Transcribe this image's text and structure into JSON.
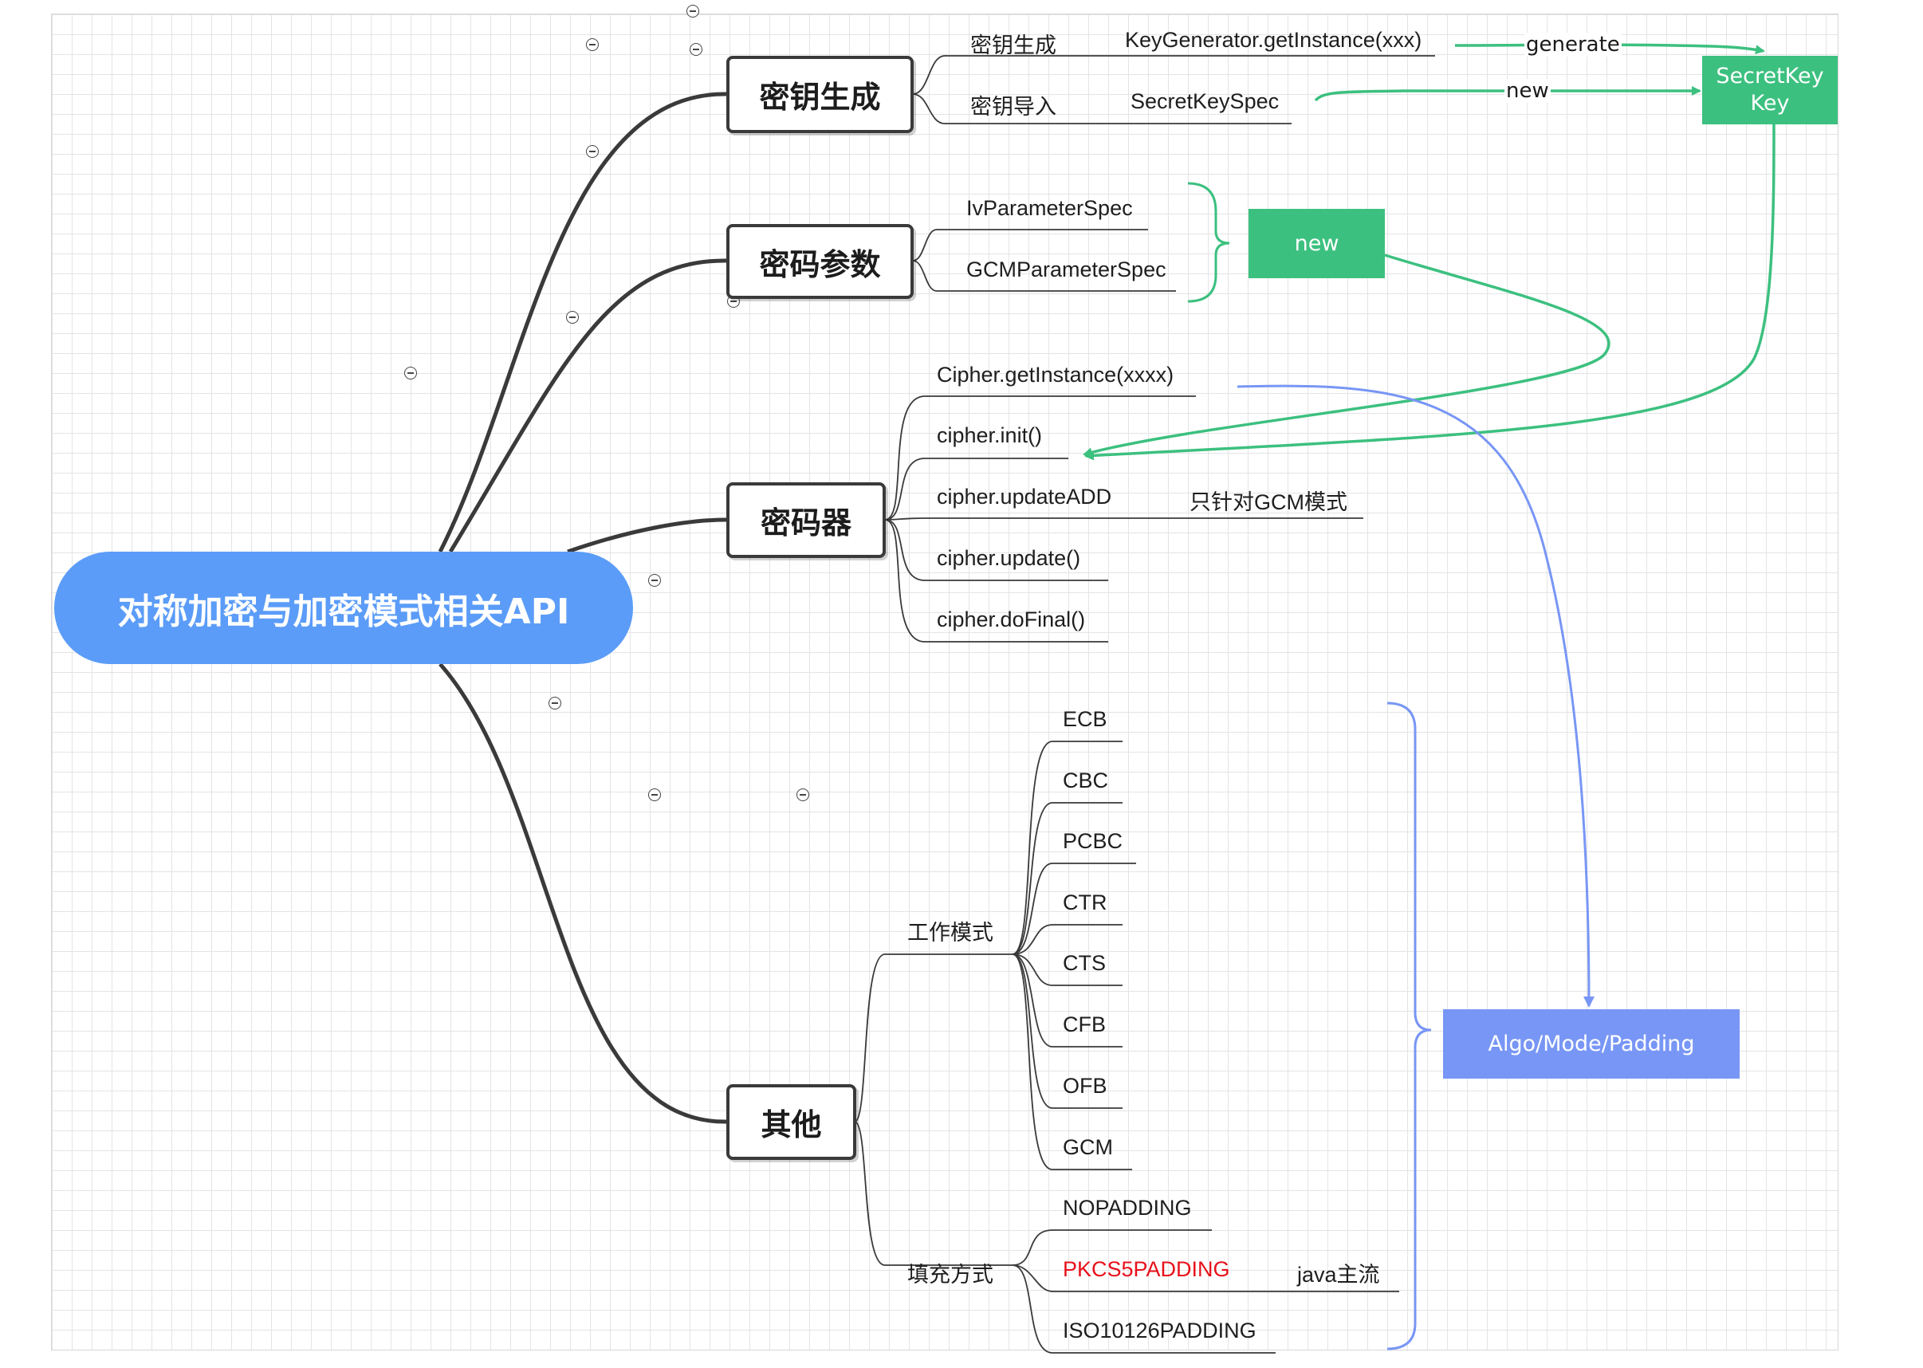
{
  "root": {
    "label": "对称加密与加密模式相关API"
  },
  "branches": {
    "keygen": {
      "label": "密钥生成",
      "items": [
        {
          "label": "密钥生成",
          "detail": "KeyGenerator.getInstance(xxx)"
        },
        {
          "label": "密钥导入",
          "detail": "SecretKeySpec"
        }
      ]
    },
    "params": {
      "label": "密码参数",
      "items": [
        "IvParameterSpec",
        "GCMParameterSpec"
      ]
    },
    "cipher": {
      "label": "密码器",
      "items": [
        "Cipher.getInstance(xxxx)",
        "cipher.init()",
        "cipher.updateADD",
        "cipher.update()",
        "cipher.doFinal()"
      ],
      "note": "只针对GCM模式"
    },
    "other": {
      "label": "其他",
      "modes_label": "工作模式",
      "modes": [
        "ECB",
        "CBC",
        "PCBC",
        "CTR",
        "CTS",
        "CFB",
        "OFB",
        "GCM"
      ],
      "padding_label": "填充方式",
      "paddings": [
        "NOPADDING",
        "PKCS5PADDING",
        "ISO10126PADDING"
      ],
      "padding_note": "java主流"
    }
  },
  "boxes": {
    "secretkey": [
      "SecretKey",
      "Key"
    ],
    "new_box": "new",
    "algo": "Algo/Mode/Padding"
  },
  "edge_labels": {
    "generate": "generate",
    "new": "new"
  },
  "colors": {
    "root": "#5b9cf8",
    "green": "#3cc07f",
    "blue": "#7896f5",
    "highlight_red": "#e8111b"
  }
}
